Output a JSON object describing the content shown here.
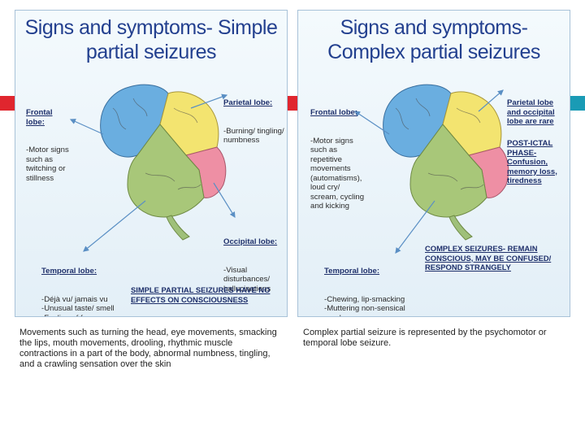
{
  "accent_colors": {
    "red": "#e0262e",
    "teal": "#1a9bb5"
  },
  "panels": [
    {
      "title_line1": "Signs and symptoms- Simple",
      "title_line2": "partial seizures",
      "frontal": {
        "heading": "Frontal\nlobe:",
        "body": "-Motor signs\nsuch as\ntwitching or\nstillness"
      },
      "parietal": {
        "heading": "Parietal lobe:",
        "body": "-Burning/ tingling/\nnumbness"
      },
      "occipital": {
        "heading": "Occipital lobe:",
        "body": "-Visual\ndisturbances/\nhallucinations"
      },
      "temporal": {
        "heading": "Temporal lobe:",
        "body": "-Déjà vu/ jamais vu\n-Unusual taste/ smell\n-Feeling of fear"
      },
      "note": "SIMPLE PARTIAL SEIZURES HAVE NO\nEFFECTS ON CONSCIOUSNESS"
    },
    {
      "title_line1": "Signs and symptoms-",
      "title_line2": "Complex partial seizures",
      "frontal": {
        "heading": "Frontal lobe:",
        "body": "-Motor signs\nsuch as\nrepetitive\nmovements\n(automatisms),\nloud cry/\nscream, cycling\nand kicking"
      },
      "parietal": {
        "heading": "Parietal lobe\nand occipital\nlobe are rare",
        "body": ""
      },
      "postictal": "POST-ICTAL\nPHASE-\nConfusion,\nmemory loss,\ntiredness",
      "temporal": {
        "heading": "Temporal lobe:",
        "body": "-Chewing, lip-smacking\n-Muttering non-sensical\nwords"
      },
      "note": "COMPLEX SEIZURES- REMAIN\nCONSCIOUS, MAY BE CONFUSED/\nRESPOND STRANGELY"
    }
  ],
  "captions": [
    "Movements such as turning the head, eye movements, smacking the lips, mouth movements, drooling, rhythmic muscle contractions in a part of the body, abnormal numbness, tingling, and a crawling sensation over the skin",
    "Complex partial seizure is represented by the psychomotor or temporal lobe seizure."
  ]
}
